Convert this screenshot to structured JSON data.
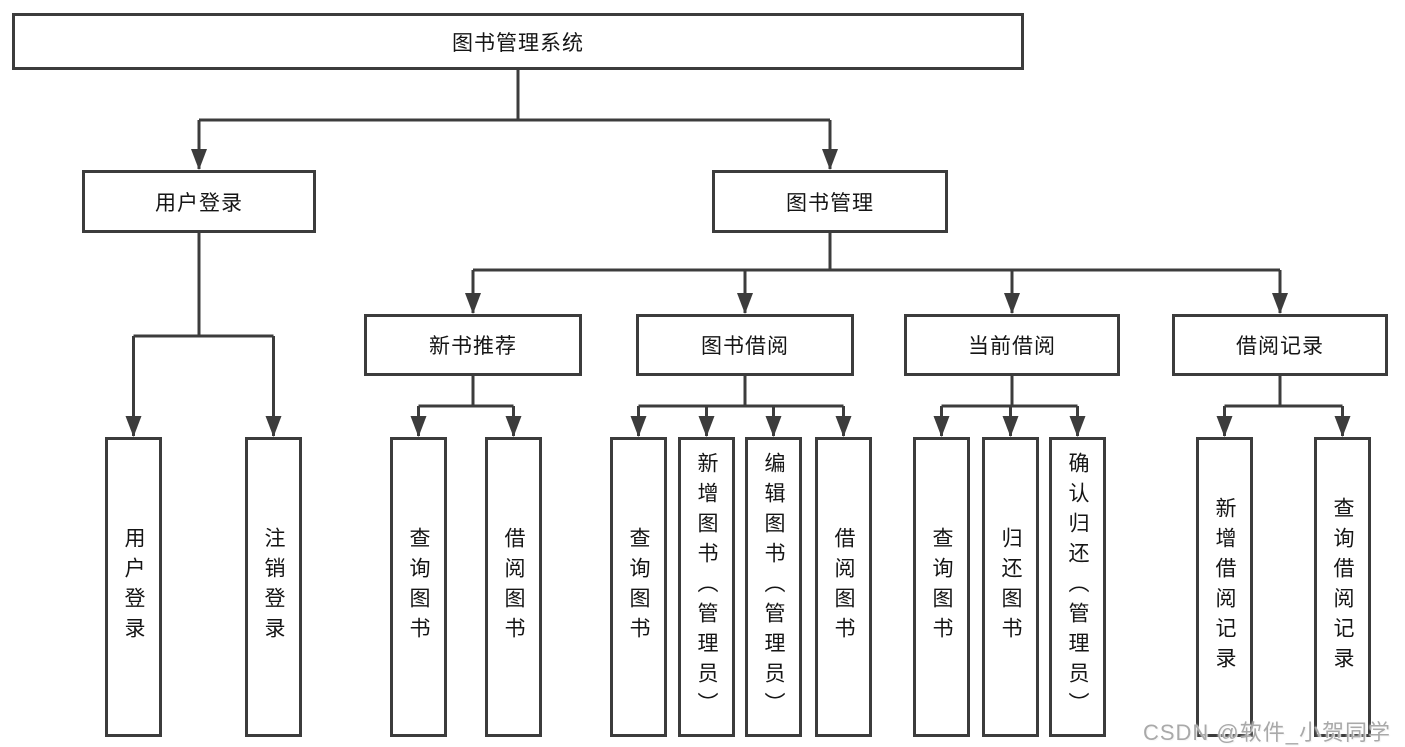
{
  "colors": {
    "line": "#3c3c3c",
    "box_border": "#3c3c3c",
    "box_fill": "#ffffff",
    "text": "#151515",
    "watermark": "#a9a9a9"
  },
  "watermark": {
    "text": "CSDN @软件_小贺同学"
  },
  "tree": {
    "label": "图书管理系统",
    "children": [
      {
        "label": "用户登录",
        "children": [
          {
            "label": "用户登录"
          },
          {
            "label": "注销登录"
          }
        ]
      },
      {
        "label": "图书管理",
        "children": [
          {
            "label": "新书推荐",
            "children": [
              {
                "label": "查询图书"
              },
              {
                "label": "借阅图书"
              }
            ]
          },
          {
            "label": "图书借阅",
            "children": [
              {
                "label": "查询图书"
              },
              {
                "label": "新增图书（管理员）"
              },
              {
                "label": "编辑图书（管理员）"
              },
              {
                "label": "借阅图书"
              }
            ]
          },
          {
            "label": "当前借阅",
            "children": [
              {
                "label": "查询图书"
              },
              {
                "label": "归还图书"
              },
              {
                "label": "确认归还（管理员）"
              }
            ]
          },
          {
            "label": "借阅记录",
            "children": [
              {
                "label": "新增借阅记录"
              },
              {
                "label": "查询借阅记录"
              }
            ]
          }
        ]
      }
    ]
  }
}
